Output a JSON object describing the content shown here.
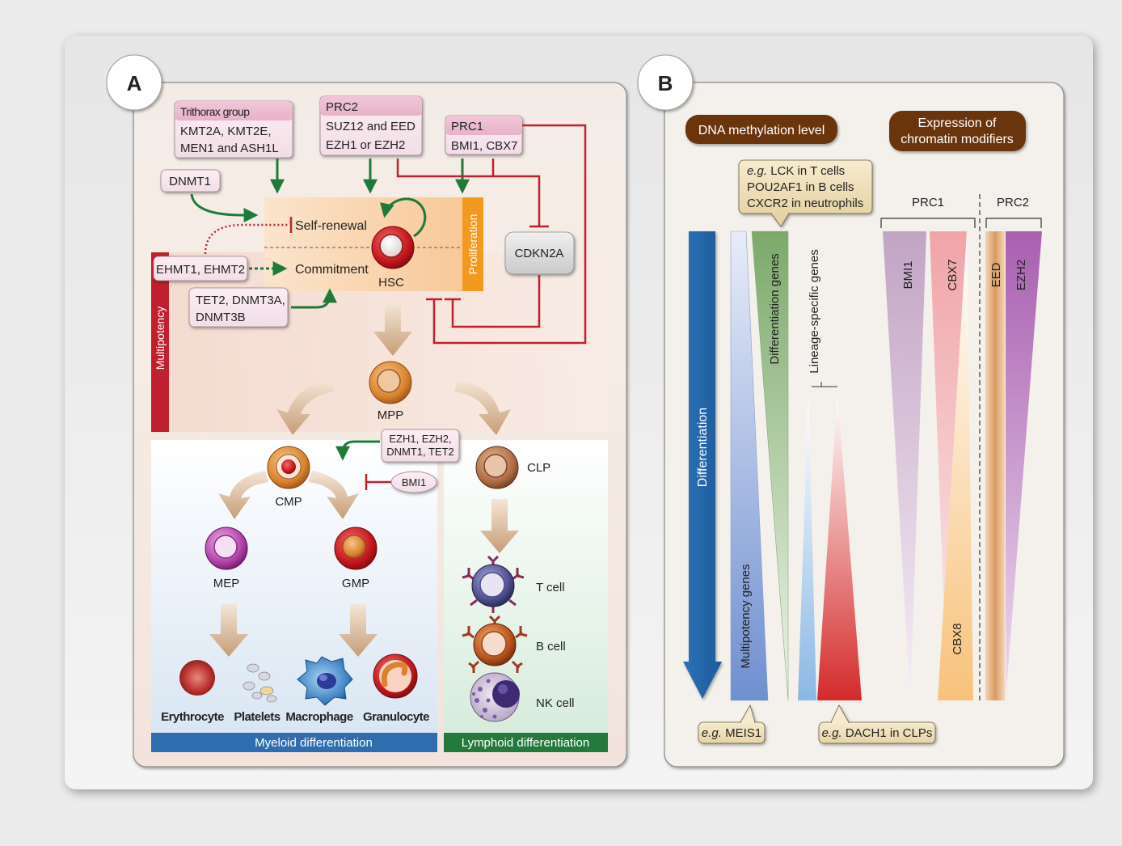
{
  "panelA": {
    "letter": "A",
    "trithorax": {
      "title": "Trithorax group",
      "line1": "KMT2A, KMT2E,",
      "line2": "MEN1 and ASH1L"
    },
    "prc2": {
      "title": "PRC2",
      "line1": "SUZ12 and EED",
      "line2": "EZH1 or EZH2"
    },
    "prc1": {
      "title": "PRC1",
      "line1": "BMI1, CBX7"
    },
    "dnmt1": "DNMT1",
    "ehmt": "EHMT1, EHMT2",
    "tet2": {
      "line1": "TET2, DNMT3A,",
      "line2": "DNMT3B"
    },
    "cdkn2a": "CDKN2A",
    "self_renewal": "Self-renewal",
    "commitment": "Commitment",
    "proliferation": "Proliferation",
    "multipotency": "Multipotency",
    "cells": {
      "hsc": "HSC",
      "mpp": "MPP",
      "cmp": "CMP",
      "clp": "CLP",
      "mep": "MEP",
      "gmp": "GMP",
      "tcell": "T cell",
      "bcell": "B cell",
      "nkcell": "NK cell",
      "erythrocyte": "Erythrocyte",
      "platelets": "Platelets",
      "macrophage": "Macrophage",
      "granulocyte": "Granulocyte"
    },
    "ezh_box": {
      "line1": "EZH1, EZH2,",
      "line2": "DNMT1, TET2"
    },
    "bmi1": "BMI1",
    "myeloid": "Myeloid differentiation",
    "lymphoid": "Lymphoid differentiation",
    "colors": {
      "activation": "#1f7a3a",
      "repression": "#c0202e",
      "myeloid_bar": "#2f6db0",
      "lymphoid_bar": "#237a3c"
    }
  },
  "panelB": {
    "letter": "B",
    "dna_methylation": "DNA methylation level",
    "expression": {
      "line1": "Expression of",
      "line2": "chromatin modifiers"
    },
    "callout_top": {
      "eg": "e.g.",
      "line1": " LCK in T cells",
      "line2": "POU2AF1 in B cells",
      "line3": "CXCR2 in neutrophils"
    },
    "differentiation": "Differentiation",
    "multipotency_genes": "Multipotency genes",
    "differentiation_genes": "Differentiation genes",
    "lineage_specific_genes": "Lineage-specific genes",
    "prc1": "PRC1",
    "prc2": "PRC2",
    "bmi1": "BMI1",
    "cbx7": "CBX7",
    "cbx8": "CBX8",
    "eed": "EED",
    "ezh2": "EZH2",
    "callout_meis1": {
      "eg": "e.g.",
      "text": " MEIS1"
    },
    "callout_dach1": {
      "eg": "e.g.",
      "text": " DACH1 in CLPs"
    }
  }
}
